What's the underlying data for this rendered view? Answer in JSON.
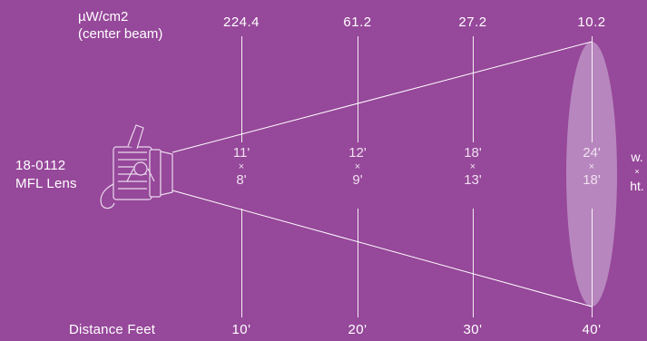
{
  "header": {
    "units_line1": "µW/cm2",
    "units_line2": "(center beam)"
  },
  "fixture": {
    "model": "18-0112",
    "lens": "MFL Lens"
  },
  "intensities": [
    "224.4",
    "61.2",
    "27.2",
    "10.2"
  ],
  "beam_sizes": [
    {
      "w": "11'",
      "h": "8'"
    },
    {
      "w": "12'",
      "h": "9'"
    },
    {
      "w": "18'",
      "h": "13'"
    },
    {
      "w": "24'",
      "h": "18'"
    }
  ],
  "separator": "×",
  "size_legend": {
    "w": "w.",
    "x": "×",
    "h": "ht."
  },
  "distance_label": "Distance Feet",
  "distances": [
    "10'",
    "20'",
    "30'",
    "40'"
  ],
  "colors": {
    "background": "#96489a",
    "lines": "#ffffff",
    "ellipse": "#c9a7d1"
  },
  "icons": {
    "fixture": "spotlight-fixture-icon"
  }
}
